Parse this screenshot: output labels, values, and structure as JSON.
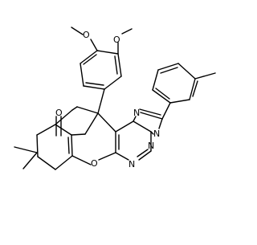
{
  "molecule": {
    "atoms": {
      "o_ketone": "O",
      "o_pyran": "O",
      "o_methoxy_top": "O",
      "o_methoxy_side": "O",
      "n_triazole_1": "N",
      "n_triazole_2": "N",
      "n_bridge": "N",
      "n_pyrimidine": "N"
    }
  },
  "colors": {
    "bond": "#000000",
    "label": "#000000",
    "background": "#ffffff"
  }
}
